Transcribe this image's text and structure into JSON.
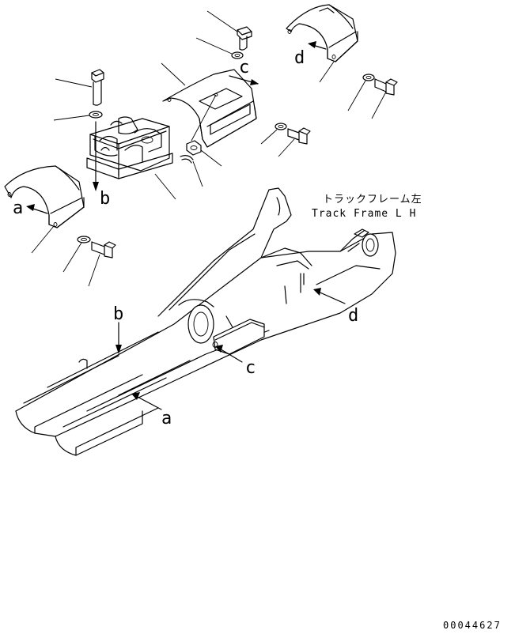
{
  "caption": {
    "jp": "トラックフレーム左",
    "en": "Track Frame L H"
  },
  "callouts": {
    "a_top": "a",
    "b_top": "b",
    "c_top": "c",
    "d_top": "d",
    "a_frame": "a",
    "b_frame": "b",
    "c_frame": "c",
    "d_frame": "d"
  },
  "part_number": "00044627"
}
